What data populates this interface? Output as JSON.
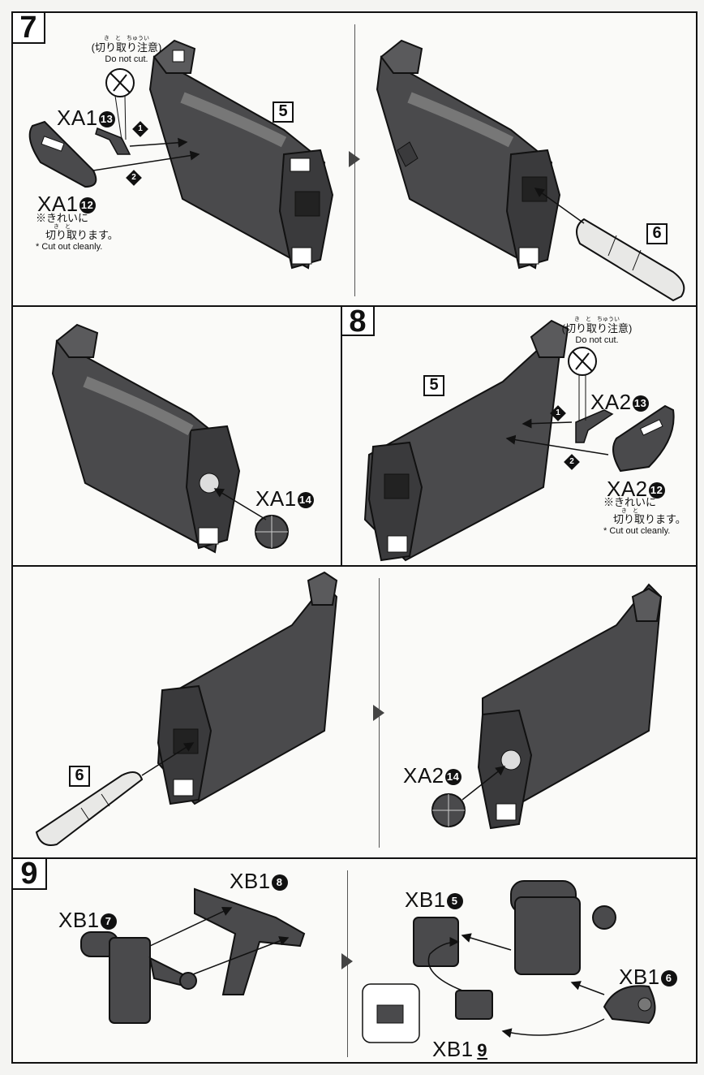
{
  "steps": {
    "s7": "7",
    "s8": "8",
    "s9": "9"
  },
  "refs": {
    "r5a": "5",
    "r6a": "6",
    "r5b": "5",
    "r6b": "6"
  },
  "parts": {
    "xa1_13": {
      "name": "XA1",
      "num": "13"
    },
    "xa1_12": {
      "name": "XA1",
      "num": "12"
    },
    "xa1_14": {
      "name": "XA1",
      "num": "14"
    },
    "xa2_13": {
      "name": "XA2",
      "num": "13"
    },
    "xa2_12": {
      "name": "XA2",
      "num": "12"
    },
    "xa2_14": {
      "name": "XA2",
      "num": "14"
    },
    "xb1_8": {
      "name": "XB1",
      "num": "8"
    },
    "xb1_7": {
      "name": "XB1",
      "num": "7"
    },
    "xb1_5": {
      "name": "XB1",
      "num": "5"
    },
    "xb1_6": {
      "name": "XB1",
      "num": "6"
    },
    "xb1_9": {
      "name": "XB1",
      "num": "9"
    }
  },
  "notes": {
    "donotcut_jp": "(切り取り注意)",
    "donotcut_furi": "き　と　ちゅうい",
    "donotcut_en": "Do not cut.",
    "cutclean_jp1": "※きれいに",
    "cutclean_jp2": "切り取ります。",
    "cutclean_furi": "き　と",
    "cutclean_en": "* Cut out cleanly."
  },
  "order": {
    "one": "1",
    "two": "2"
  },
  "colors": {
    "part": "#4a4a4c",
    "partDark": "#2e2e30",
    "partLight": "#6c6c6e",
    "line": "#111111"
  }
}
